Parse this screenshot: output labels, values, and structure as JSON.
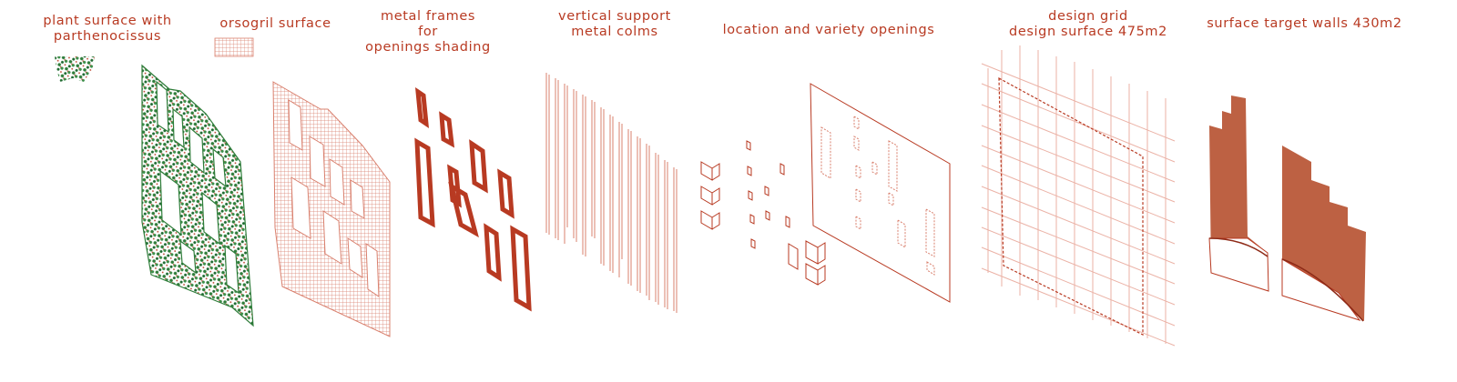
{
  "colors": {
    "red": "#b83a22",
    "red_fill": "#bd6143",
    "green": "#2f7d3a",
    "grid_light": "#e8aaa0"
  },
  "labels": {
    "plant": [
      "plant surface with",
      "parthenocissus"
    ],
    "orsogril": [
      "orsogril surface"
    ],
    "frames": [
      "metal frames",
      "for",
      "openings shading"
    ],
    "support": [
      "vertical support",
      "metal colms"
    ],
    "openings": [
      "location and variety openings"
    ],
    "grid": [
      "design grid",
      "design surface 475m2"
    ],
    "target": [
      "surface target walls 430m2"
    ]
  },
  "icons": {
    "plant_swatch": "plant-foliage-icon",
    "orsogril_swatch": "mesh-grid-icon"
  }
}
